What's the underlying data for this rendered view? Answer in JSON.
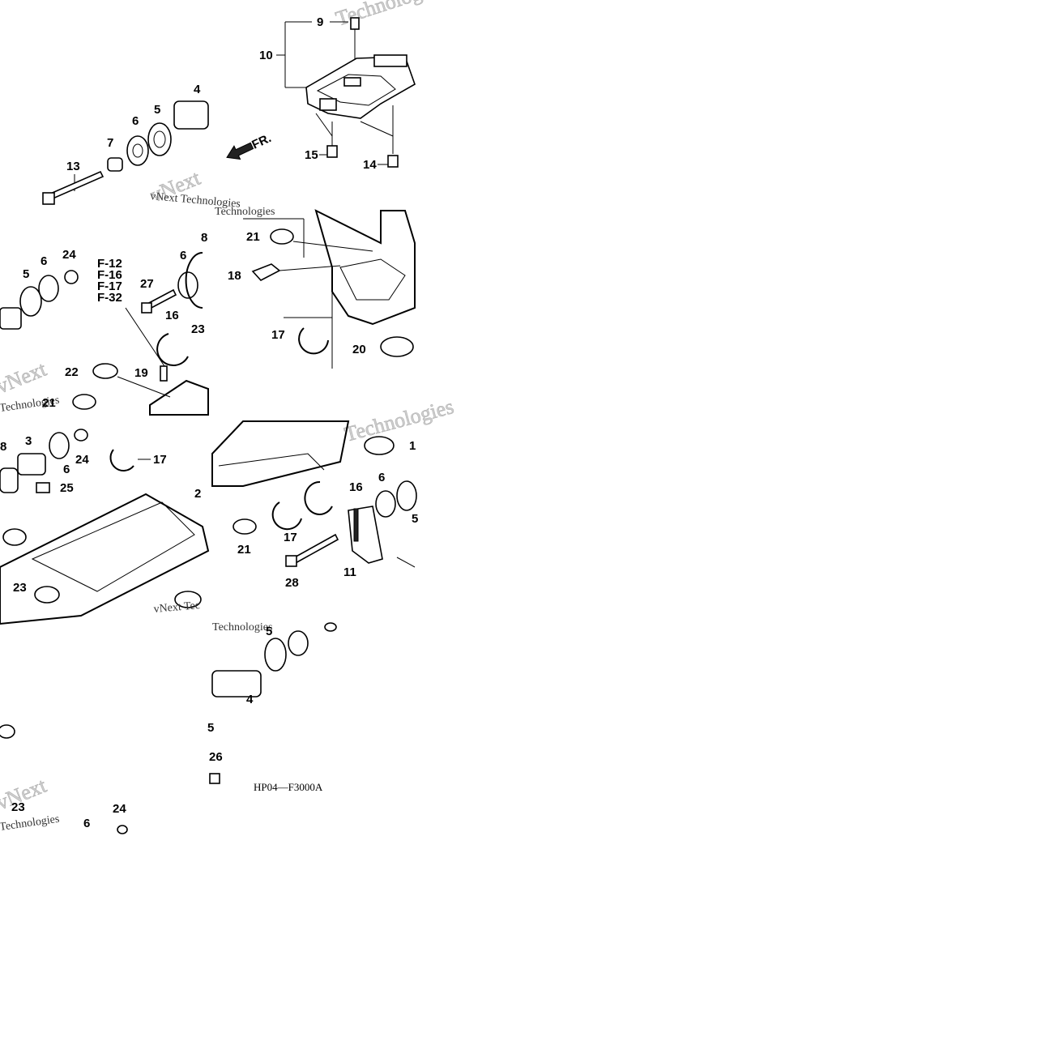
{
  "diagram": {
    "code": "HP04—F3000A",
    "front_marker": "FR.",
    "reference_codes": [
      "F-12",
      "F-16",
      "F-17",
      "F-32"
    ],
    "watermark": {
      "brand_a": "Technologies",
      "brand_b": "vNext",
      "brand_c": "vNext Technologies",
      "brand_d": "Technologies",
      "brand_e": "Technologies",
      "brand_f": "vNext",
      "brand_g": "Technologies",
      "brand_h": "vNext Tec",
      "brand_i": "vNext",
      "brand_j": "Technologies"
    },
    "labels": {
      "t1_9": "9",
      "t1_10": "10",
      "t1_15": "15",
      "t1_14": "14",
      "t2_21": "21",
      "t2_18": "18",
      "t2_17": "17",
      "t2_20": "20",
      "t3_1": "1",
      "t3_16": "16",
      "t3_6": "6",
      "t3_5": "5",
      "t3_17": "17",
      "t3_21": "21",
      "t3_28": "28",
      "t3_11": "11",
      "t4_5": "5",
      "t4_4": "4",
      "t4_26": "26",
      "t4_5b": "5",
      "t5_4": "4",
      "t5_5": "5",
      "t5_6": "6",
      "t5_7": "7",
      "t5_13": "13",
      "t6_5": "5",
      "t6_6": "6",
      "t6_24": "24",
      "t6_8": "8",
      "t6_27": "27",
      "t6_16": "16",
      "t6_23": "23",
      "t6_22": "22",
      "t6_19": "19",
      "t6_21": "21",
      "t7_3": "3",
      "t7_8": "8",
      "t7_6": "6",
      "t7_24": "24",
      "t7_17": "17",
      "t7_25": "25",
      "t7_2": "2",
      "t7_23": "23",
      "t8_23": "23",
      "t8_6": "6",
      "t8_24": "24"
    }
  }
}
